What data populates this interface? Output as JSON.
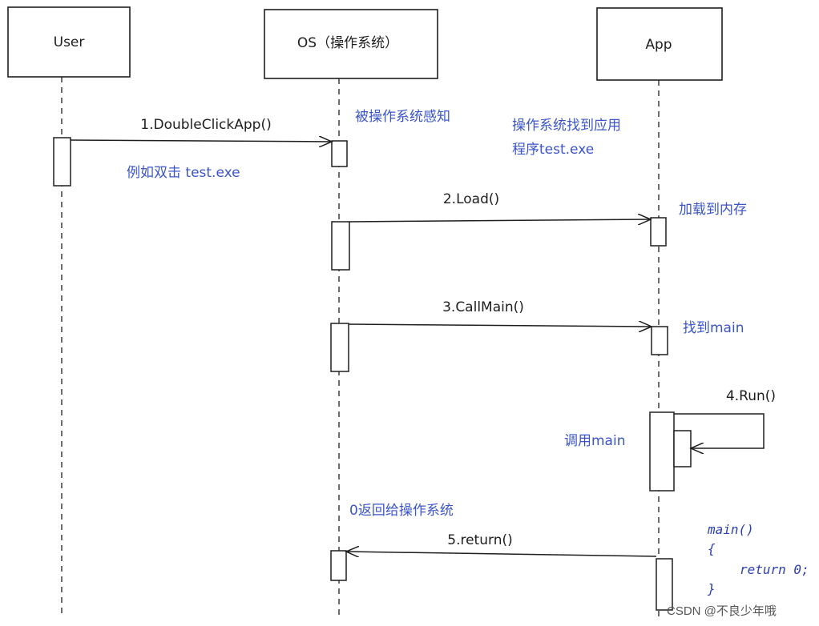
{
  "participants": {
    "user": "User",
    "os": "OS（操作系统）",
    "app": "App"
  },
  "messages": {
    "m1": "1.DoubleClickApp()",
    "m2": "2.Load()",
    "m3": "3.CallMain()",
    "m4": "4.Run()",
    "m5": "5.return()"
  },
  "notes": {
    "double_click_example": "例如双击 test.exe",
    "os_perceived": "被操作系统感知",
    "os_find_app_line1": "操作系统找到应用",
    "os_find_app_line2": "程序test.exe",
    "load_to_memory": "加载到内存",
    "find_main": "找到main",
    "call_main": "调用main",
    "return_zero_to_os": "0返回给操作系统"
  },
  "code_note": {
    "line1": "main()",
    "line2": "{",
    "line3": "return 0;",
    "line4": "}"
  },
  "watermark": "CSDN @不良少年哦"
}
